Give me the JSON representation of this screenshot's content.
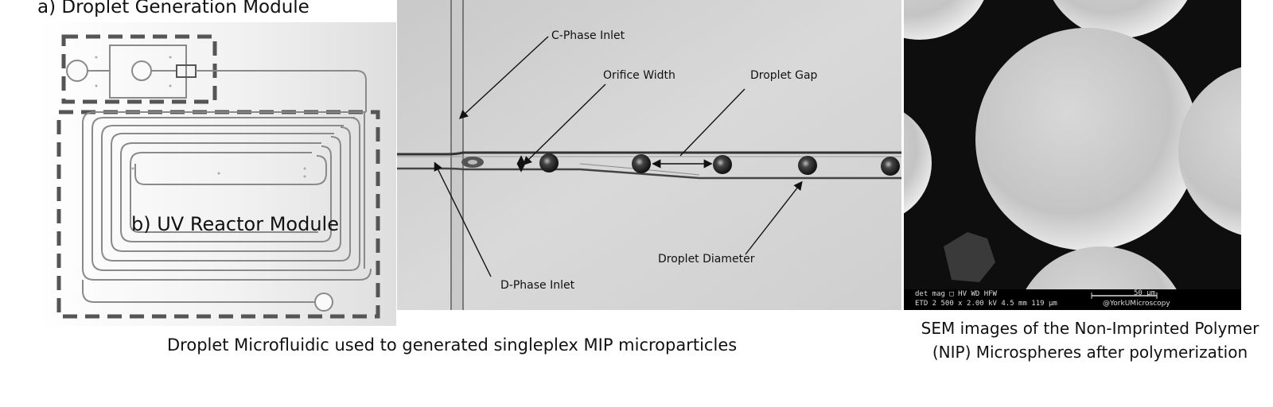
{
  "panel_a": {
    "title": "a) Droplet Generation Module",
    "module_b_label": "b) UV Reactor Module"
  },
  "micrograph": {
    "labels": {
      "c_phase_inlet": "C-Phase Inlet",
      "orifice_width": "Orifice Width",
      "droplet_gap": "Droplet Gap",
      "droplet_diameter": "Droplet Diameter",
      "d_phase_inlet": "D-Phase Inlet"
    }
  },
  "captions": {
    "left": "Droplet Microfluidic used to generated singleplex MIP microparticles",
    "right": "SEM images of the Non-Imprinted Polymer (NIP) Microspheres after polymerization"
  },
  "sem": {
    "info_row_1": "det  mag □   HV    WD   HFW",
    "info_row_2": "ETD 2 500 x 2.00 kV 4.5 mm 119 µm",
    "scale_label": "50 µm",
    "credit": "@YorkUMicroscopy"
  }
}
